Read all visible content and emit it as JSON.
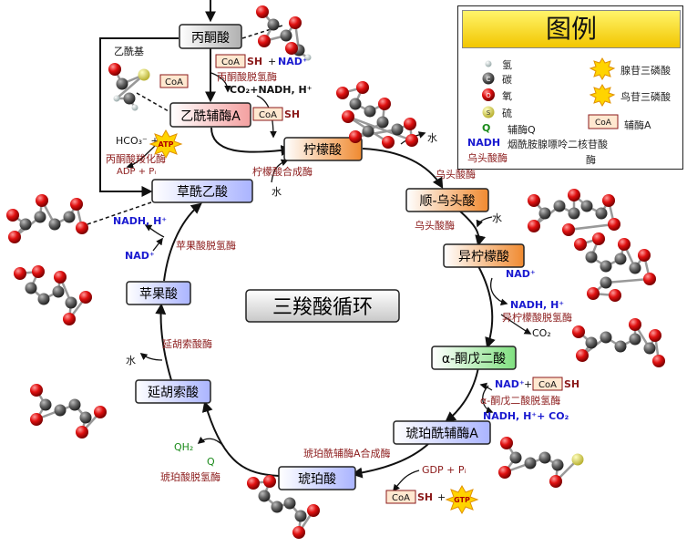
{
  "title": "三羧酸循环",
  "metabolites": {
    "pyruvate": "丙酮酸",
    "acetyl_coa": "乙酰辅酶A",
    "citrate": "柠檬酸",
    "cis_aconitate": "顺-乌头酸",
    "isocitrate": "异柠檬酸",
    "alpha_kg": "α-酮戊二酸",
    "succinyl_coa": "琥珀酰辅酶A",
    "succinate": "琥珀酸",
    "fumarate": "延胡索酸",
    "malate": "苹果酸",
    "oxaloacetate": "草酰乙酸"
  },
  "enzymes": {
    "pdh": "丙酮酸脱氢酶",
    "citrate_synthase": "柠檬酸合成酶",
    "aconitase_1": "乌头酸酶",
    "aconitase_2": "乌头酸酶",
    "idh": "异柠檬酸脱氢酶",
    "akgdh": "α-酮戊二酸脱氢酶",
    "scs": "琥珀酰辅酶A合成酶",
    "sdh": "琥珀酸脱氢酶",
    "fumarase": "延胡索酸酶",
    "mdh": "苹果酸脱氢酶",
    "pyruvate_carboxylase": "丙酮酸羧化酶"
  },
  "labels": {
    "acetyl_group": "乙酰基",
    "coa": "CoA",
    "sh": "SH",
    "plus": "+",
    "nad_plus": "NAD⁺",
    "nadh_h": "NADH, H⁺",
    "co2": "CO₂",
    "co2_nadh": "CO₂+NADH, H⁺",
    "nadh_h_co2": "NADH, H⁺+ CO₂",
    "water": "水",
    "hco3": "HCO₃⁻ +",
    "atp": "ATP",
    "gtp": "GTP",
    "adp_pi": "ADP + Pᵢ",
    "gdp_pi": "GDP + Pᵢ",
    "qh2": "QH₂",
    "q": "Q"
  },
  "legend": {
    "title": "图例",
    "hydrogen": "氢",
    "carbon": "碳",
    "oxygen": "氧",
    "sulfur": "硫",
    "q_symbol": "Q",
    "q_name": "辅酶Q",
    "nadh_symbol": "NADH",
    "nadh_name_1": "烟酰胺腺嘌呤二核苷酸",
    "nadh_name_2": "酶",
    "enzyme_sample": "乌头酸酶",
    "atp_name": "腺苷三磷酸",
    "gtp_name": "鸟苷三磷酸",
    "coa_name": "辅酶A",
    "atom_c": "C",
    "atom_o": "O",
    "atom_s": "S"
  },
  "colors": {
    "oxygen": "#e01010",
    "carbon": "#555555",
    "hydrogen": "#e8e8e8",
    "sulfur": "#e8e070",
    "enzyme": "#8b1a1a",
    "nad": "#1a1ad0",
    "q": "#1a8a1a",
    "atp": "#ffd400"
  }
}
